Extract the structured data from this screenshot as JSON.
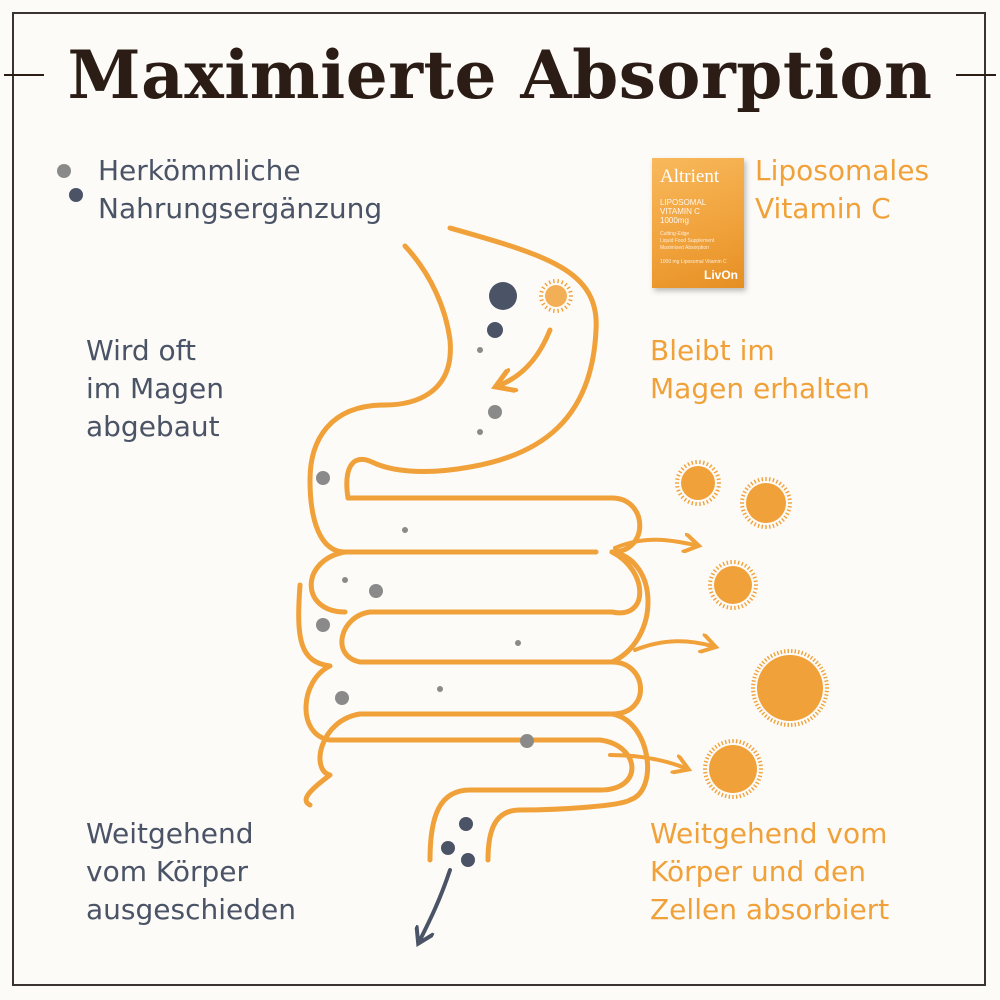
{
  "header": {
    "title": "Maximierte Absorption"
  },
  "legend": {
    "conventional_label": "Herkömmliche\nNahrungsergänzung",
    "liposomal_label": "Liposomales\nVitamin C"
  },
  "product": {
    "brand": "Altrient",
    "line1": "LIPOSOMAL\nVITAMIN C\n1000mg",
    "line2": "Cutting-Edge\nLiquid Food Supplement\nMaximised Absorption\n\n1000 mg Liposomal Vitamin C",
    "logo": "LivOn"
  },
  "stages": {
    "stomach_conventional": "Wird oft\nim Magen\nabgebaut",
    "stomach_liposomal": "Bleibt im\nMagen erhalten",
    "end_conventional": "Weitgehend\nvom Körper\nausgeschieden",
    "end_liposomal": "Weitgehend vom\nKörper und den\nZellen absorbiert"
  },
  "colors": {
    "orange": "#f0a13a",
    "slate": "#4a5466",
    "gray": "#8a8a8a",
    "title": "#2b1d16"
  },
  "icons": [
    "gray-dot-icon",
    "slate-dot-icon",
    "liposome-icon",
    "arrow-icon",
    "product-pack-icon"
  ]
}
